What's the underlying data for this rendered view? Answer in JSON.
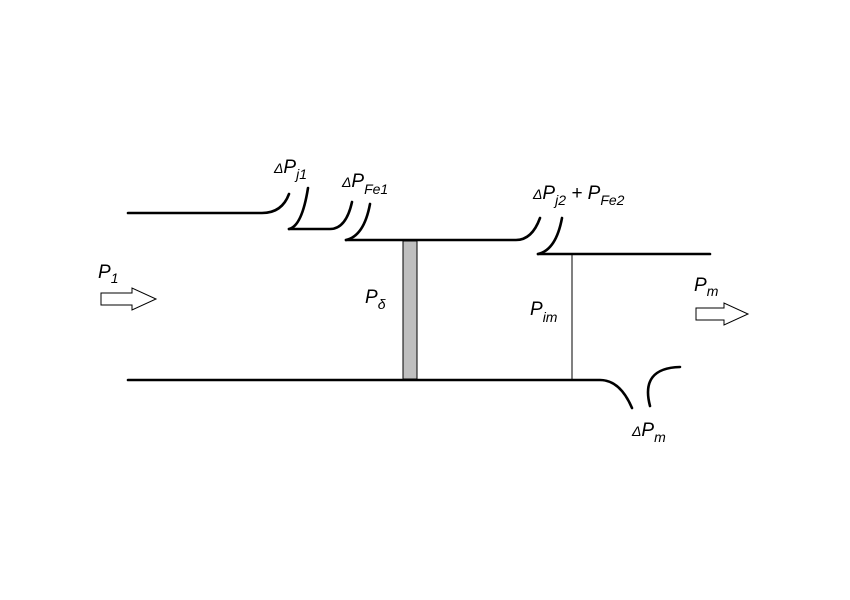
{
  "labels": {
    "input_power": {
      "main": "P",
      "sub": "1"
    },
    "output_power": {
      "main": "P",
      "sub": "m"
    },
    "air_gap_power": {
      "main": "P",
      "sub": "δ"
    },
    "internal_mech_power": {
      "main": "P",
      "sub": "im"
    },
    "stator_copper_loss": {
      "prefix": "Δ",
      "main": "P",
      "sub": "j1"
    },
    "stator_iron_loss": {
      "prefix": "Δ",
      "main": "P",
      "sub": "Fe1"
    },
    "rotor_losses": {
      "prefix": "Δ",
      "main": "P",
      "sub": "j2",
      "joiner": " + ",
      "main2": "P",
      "sub2": "Fe2"
    },
    "mech_loss": {
      "prefix": "Δ",
      "main": "P",
      "sub": "m"
    }
  },
  "colors": {
    "line": "#000000",
    "air_gap_band": "#bfbfbf",
    "arrow_fill": "#ffffff"
  }
}
